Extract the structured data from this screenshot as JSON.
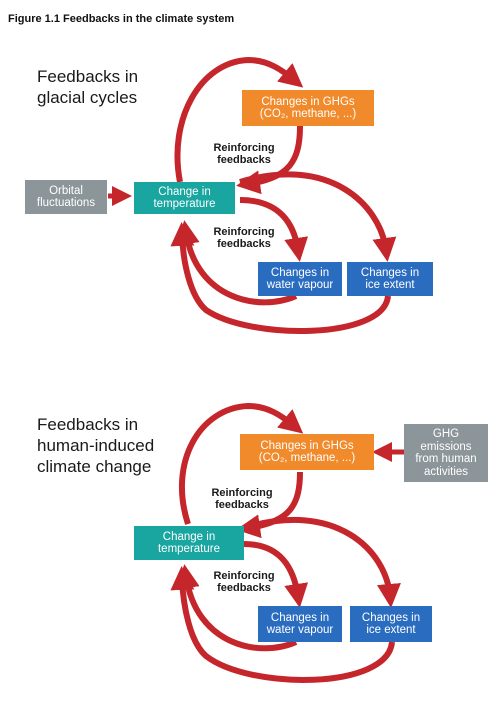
{
  "figure_title": "Figure 1.1 Feedbacks in the climate system",
  "colors": {
    "arrow": "#c4262b",
    "ghg_box": "#f08a2a",
    "temperature_box": "#1aa6a0",
    "feedback_box": "#2a6cc0",
    "driver_box": "#8c9599"
  },
  "panel_glacial": {
    "heading_lines": [
      "Feedbacks in",
      "glacial cycles"
    ],
    "driver_lines": [
      "Orbital",
      "fluctuations"
    ],
    "temperature_lines": [
      "Change in",
      "temperature"
    ],
    "ghg_lines": [
      "Changes in GHGs",
      "(CO₂, methane, ...)"
    ],
    "reinforcing_upper_lines": [
      "Reinforcing",
      "feedbacks"
    ],
    "reinforcing_lower_lines": [
      "Reinforcing",
      "feedbacks"
    ],
    "water_vapour_lines": [
      "Changes in",
      "water vapour"
    ],
    "ice_extent_lines": [
      "Changes in",
      "ice extent"
    ]
  },
  "panel_human": {
    "heading_lines": [
      "Feedbacks in",
      "human-induced",
      "climate change"
    ],
    "driver_lines": [
      "GHG",
      "emissions",
      "from human",
      "activities"
    ],
    "temperature_lines": [
      "Change in",
      "temperature"
    ],
    "ghg_lines": [
      "Changes in GHGs",
      "(CO₂, methane, ...)"
    ],
    "reinforcing_upper_lines": [
      "Reinforcing",
      "feedbacks"
    ],
    "reinforcing_lower_lines": [
      "Reinforcing",
      "feedbacks"
    ],
    "water_vapour_lines": [
      "Changes in",
      "water vapour"
    ],
    "ice_extent_lines": [
      "Changes in",
      "ice extent"
    ]
  }
}
